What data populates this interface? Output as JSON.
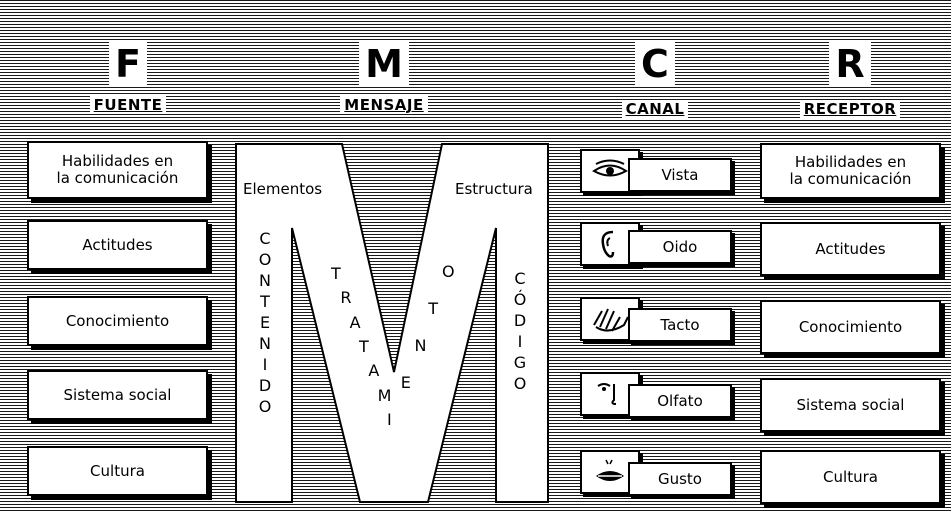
{
  "columns": {
    "f": {
      "letter": "F",
      "word": "FUENTE"
    },
    "m": {
      "letter": "M",
      "word": "MENSAJE"
    },
    "c": {
      "letter": "C",
      "word": "CANAL"
    },
    "r": {
      "letter": "R",
      "word": "RECEPTOR"
    }
  },
  "fuente_boxes": [
    "Habilidades en\nla comunicación",
    "Actitudes",
    "Conocimiento",
    "Sistema social",
    "Cultura"
  ],
  "receptor_boxes": [
    "Habilidades en\nla comunicación",
    "Actitudes",
    "Conocimiento",
    "Sistema social",
    "Cultura"
  ],
  "mensaje": {
    "elementos": "Elementos",
    "estructura": "Estructura",
    "contenido": "CONTENIDO",
    "tratamiento": "TRATAMIENTO",
    "codigo": "CÓDIGO"
  },
  "canal_items": [
    {
      "label": "Vista",
      "icon": "eye-icon"
    },
    {
      "label": "Oido",
      "icon": "ear-icon"
    },
    {
      "label": "Tacto",
      "icon": "hand-icon"
    },
    {
      "label": "Olfato",
      "icon": "nose-icon"
    },
    {
      "label": "Gusto",
      "icon": "mouth-icon"
    }
  ]
}
